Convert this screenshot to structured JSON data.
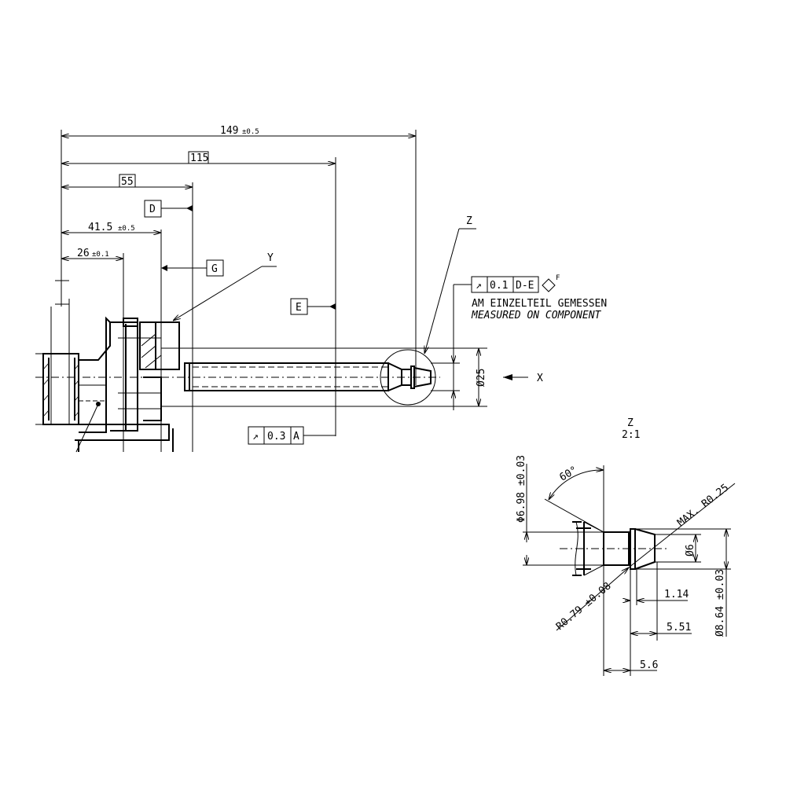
{
  "main_view": {
    "dim_149": "149",
    "dim_149_tol": "±0.5",
    "dim_115": "115",
    "dim_55": "55",
    "dim_41_5": "41.5",
    "dim_41_5_tol": "±0.5",
    "dim_26": "26",
    "dim_26_tol": "±0.1",
    "datum_d": "D",
    "datum_g": "G",
    "datum_e": "E",
    "view_y": "Y",
    "view_z": "Z",
    "view_x": "X",
    "dia_25": "Ø25",
    "fcf_top": {
      "symbol": "↗",
      "value": "0.1",
      "datum": "D-E",
      "flag": "F"
    },
    "note_de": "AM EINZELTEIL GEMESSEN",
    "note_en": "MEASURED ON COMPONENT",
    "fcf_bottom": {
      "symbol": "↗",
      "value": "0.3",
      "datum": "A"
    }
  },
  "detail_z": {
    "title": "Z",
    "scale": "2:1",
    "dia_698": "Φ6.98 ±0.03",
    "angle": "60°",
    "max_r": "MAX. R0.25",
    "dia_6": "Ø6",
    "r079": "R0.79 ±0.08",
    "dim_114": "1.14",
    "dim_551": "5.51",
    "dia_864": "Ø8.64 ±0.03",
    "dim_56": "5.6"
  }
}
